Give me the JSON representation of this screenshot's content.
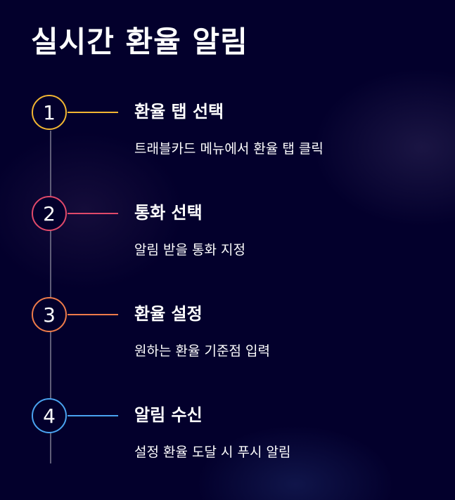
{
  "title": "실시간 환율 알림",
  "steps": [
    {
      "number": "1",
      "title": "환율 탭 선택",
      "description": "트래블카드 메뉴에서 환율 탭 클릭",
      "color": "#f2b632"
    },
    {
      "number": "2",
      "title": "통화 선택",
      "description": "알림 받을 통화 지정",
      "color": "#e0496a"
    },
    {
      "number": "3",
      "title": "환율 설정",
      "description": "원하는 환율 기준점 입력",
      "color": "#ee7b4a"
    },
    {
      "number": "4",
      "title": "알림 수신",
      "description": "설정 환율 도달 시 푸시 알림",
      "color": "#4aa3f0"
    }
  ]
}
